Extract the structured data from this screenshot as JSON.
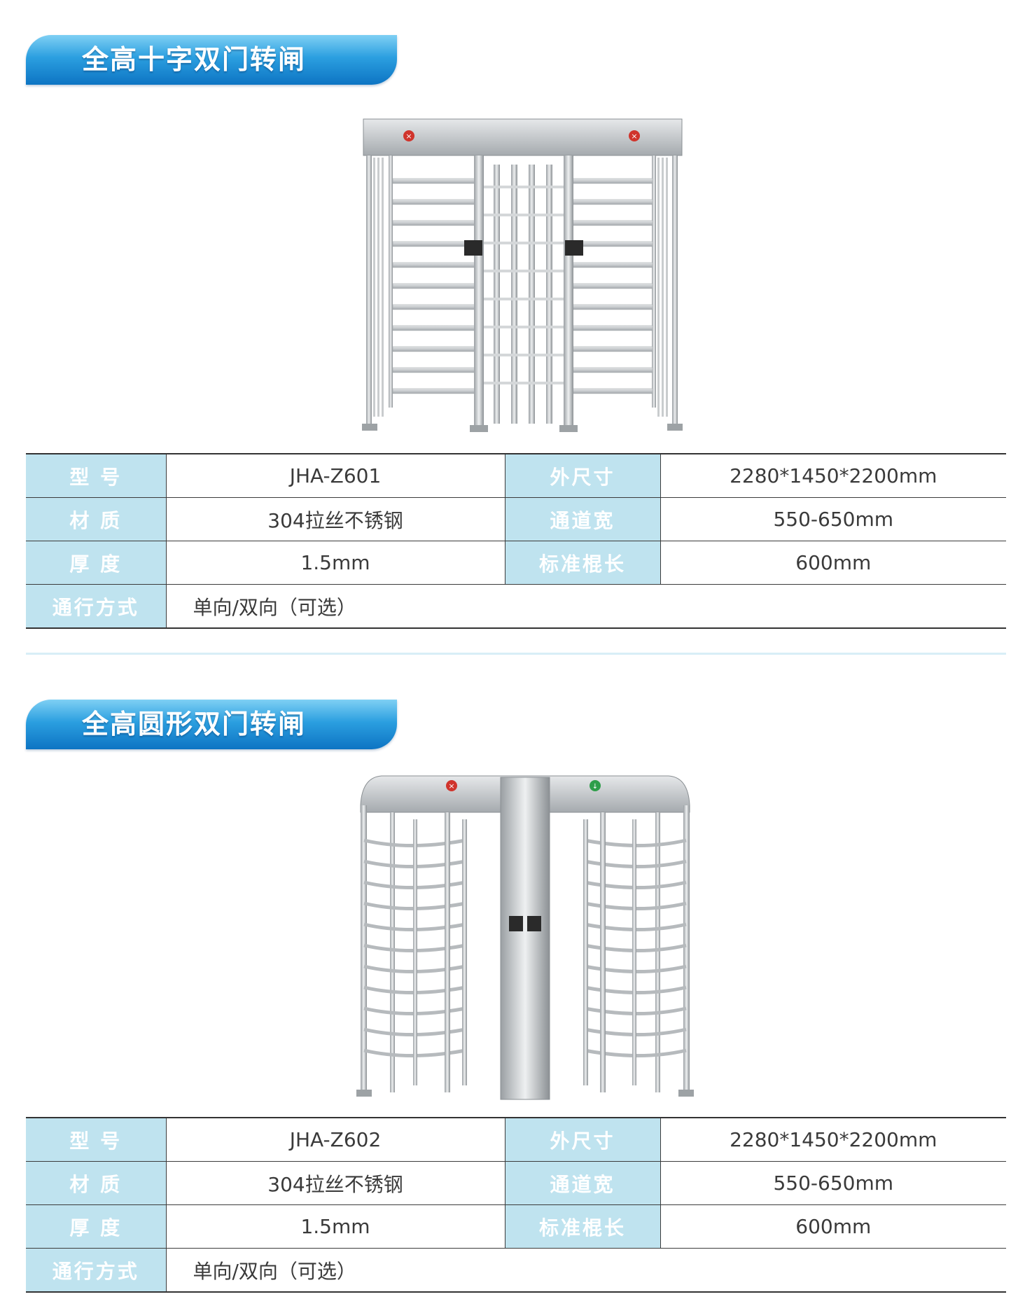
{
  "sections": [
    {
      "title": "全高十字双门转闸",
      "specs": {
        "model_label": "型 号",
        "model": "JHA-Z601",
        "size_label": "外尺寸",
        "size": "2280*1450*2200mm",
        "material_label": "材 质",
        "material": "304拉丝不锈钢",
        "width_label": "通道宽",
        "width": "550-650mm",
        "thickness_label": "厚 度",
        "thickness": "1.5mm",
        "rod_label": "标准棍长",
        "rod": "600mm",
        "mode_label": "通行方式",
        "mode": "单向/双向（可选）"
      }
    },
    {
      "title": "全高圆形双门转闸",
      "specs": {
        "model_label": "型 号",
        "model": "JHA-Z602",
        "size_label": "外尺寸",
        "size": "2280*1450*2200mm",
        "material_label": "材 质",
        "material": "304拉丝不锈钢",
        "width_label": "通道宽",
        "width": "550-650mm",
        "thickness_label": "厚 度",
        "thickness": "1.5mm",
        "rod_label": "标准棍长",
        "rod": "600mm",
        "mode_label": "通行方式",
        "mode": "单向/双向（可选）"
      }
    }
  ],
  "colors": {
    "banner_blue": "#1a88d4",
    "label_bg": "#bfe3ef",
    "stop_indicator": "#d0342c",
    "go_indicator": "#2e9e4a"
  }
}
